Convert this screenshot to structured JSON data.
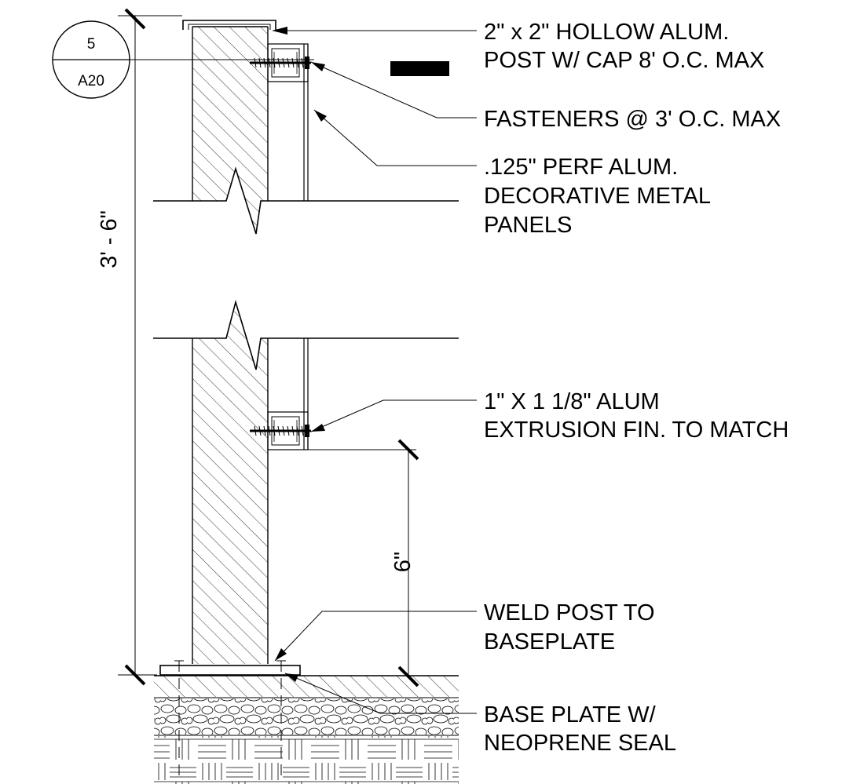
{
  "detail_tag": {
    "number": "5",
    "sheet": "A20"
  },
  "dimensions": {
    "overall_height": "3' - 6\"",
    "bottom_clearance": "6\""
  },
  "callouts": {
    "post": {
      "line1": "2\" x 2\" HOLLOW ALUM.",
      "line2": "POST W/ CAP 8' O.C. MAX"
    },
    "fasteners": {
      "line1": "FASTENERS @ 3' O.C. MAX"
    },
    "panels": {
      "line1": ".125\" PERF ALUM.",
      "line2": "DECORATIVE METAL",
      "line3": "PANELS"
    },
    "extrusion": {
      "line1": "1\" X 1 1/8\" ALUM",
      "line2": "EXTRUSION FIN. TO MATCH"
    },
    "weld": {
      "line1": "WELD POST TO",
      "line2": "BASEPLATE"
    },
    "baseplate": {
      "line1": "BASE PLATE W/",
      "line2": "NEOPRENE SEAL"
    }
  },
  "colors": {
    "ink": "#000000",
    "paper": "#ffffff"
  }
}
